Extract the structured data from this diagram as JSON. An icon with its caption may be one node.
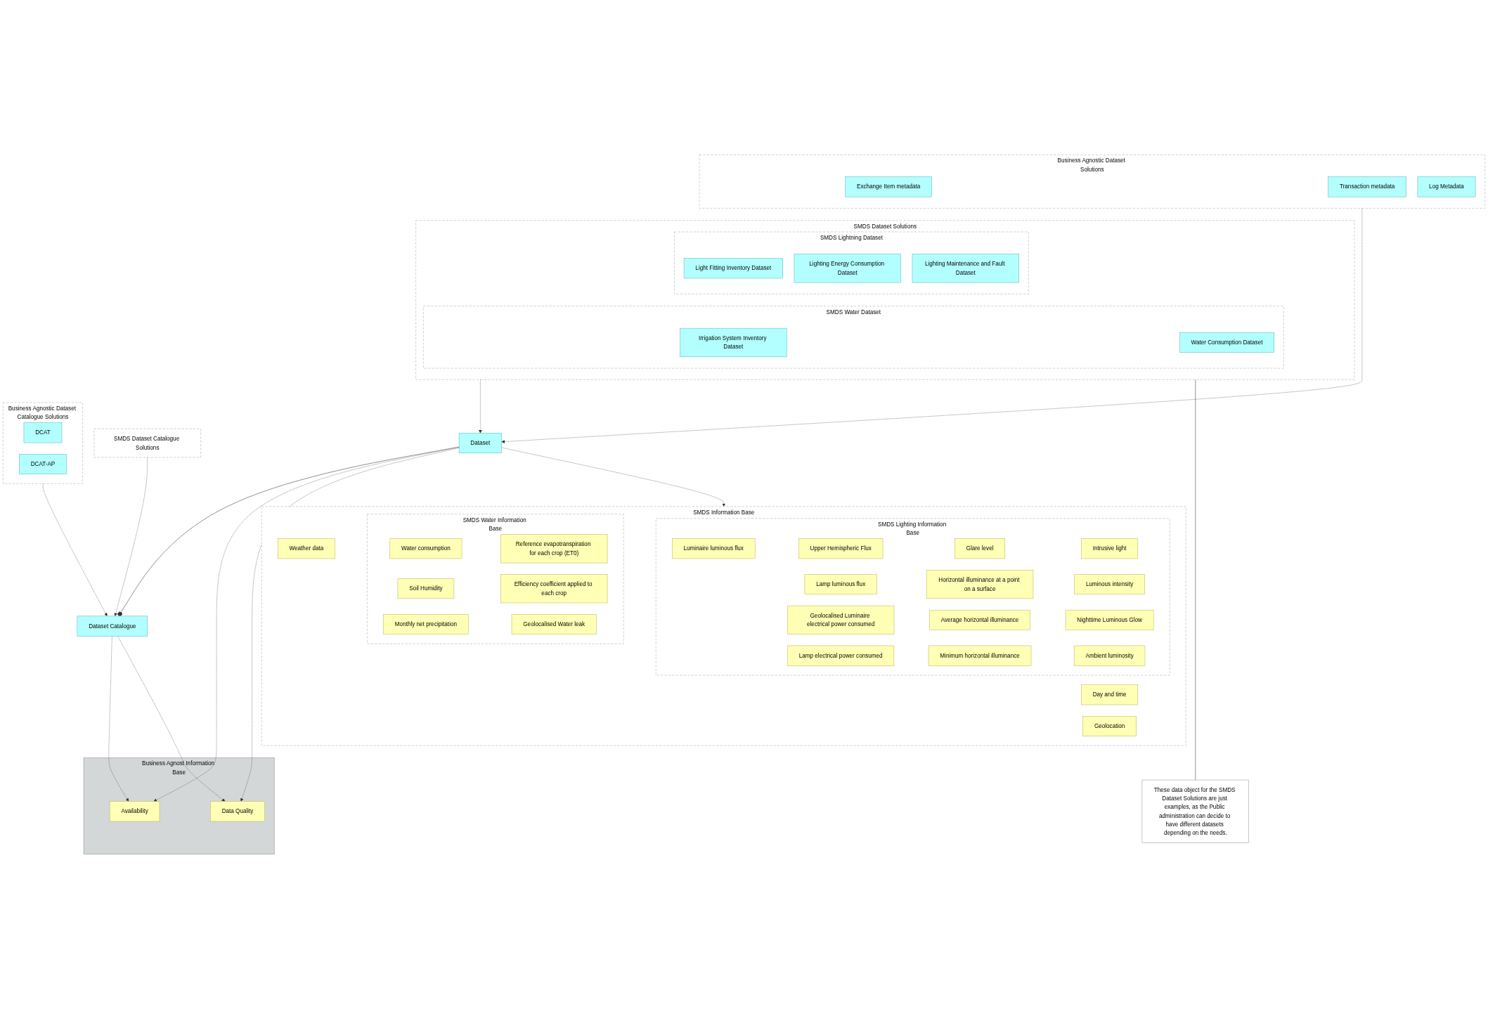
{
  "diagram": {
    "nodes": [
      {
        "text": [
          "SMDS Dataset Catalogue Solutions"
        ]
      },
      {
        "text": [
          "Business Agnostic Dataset Catalogue Solutions"
        ]
      },
      {
        "text": [
          "DCAT"
        ],
        "in": 1
      },
      {
        "text": [
          "DCAT-AP"
        ],
        "in": 1
      },
      {
        "text": [
          "Business Agnost Information Base"
        ]
      },
      {
        "text": [
          "Dataset Catalogue"
        ]
      },
      {
        "text": [
          "Availability"
        ],
        "in": 4
      },
      {
        "text": [
          "Data Quality"
        ],
        "in": 4
      },
      {
        "text": [
          "Business Agnostic Dataset Solutions"
        ]
      },
      {
        "text": [
          "Exchange Item metadata"
        ],
        "in": 8
      },
      {
        "text": [
          "Transaction metadata"
        ],
        "in": 8
      },
      {
        "text": [
          "Log Metadata"
        ],
        "in": 8
      },
      {
        "text": [
          "Dataset"
        ]
      },
      {
        "text": [
          "SMDS Information Base"
        ]
      },
      {
        "text": [
          "Weather data"
        ],
        "in": 13
      },
      {
        "text": [
          "Day and time"
        ],
        "in": 13
      },
      {
        "text": [
          "Geolocation"
        ],
        "in": 13
      },
      {
        "text": [
          "SMDS Water Information Base"
        ],
        "in": 13
      },
      {
        "text": [
          "Water consumption"
        ],
        "in": 17
      },
      {
        "text": [
          "Soil Humidity"
        ],
        "in": 17
      },
      {
        "text": [
          "Monthly net precipitation"
        ],
        "in": 17
      },
      {
        "text": [
          "Reference evapotranspiration for each crop (ET0)"
        ],
        "in": 17
      },
      {
        "text": [
          "Efficiency coefficient applied to each crop"
        ],
        "in": 17
      },
      {
        "text": [
          "Geolocalised Water leak"
        ],
        "in": 17
      },
      {
        "text": [
          "SMDS Lighting Information Base"
        ],
        "in": 13
      },
      {
        "text": [
          "Luminaire luminous flux"
        ],
        "in": 24
      },
      {
        "text": [
          "Lamp luminous flux"
        ],
        "in": 24
      },
      {
        "text": [
          "Geolocalised Luminaire electrical power consumed"
        ],
        "in": 24
      },
      {
        "text": [
          "Lamp electrical power consumed"
        ],
        "in": 24
      },
      {
        "text": [
          "Upper Hemispheric Flux"
        ],
        "in": 24
      },
      {
        "text": [
          "Horizontal illuminance at a point on a surface"
        ],
        "in": 24
      },
      {
        "text": [
          "Average horizontal illuminance"
        ],
        "in": 24
      },
      {
        "text": [
          "Minimum horizontal illuminance"
        ],
        "in": 24
      },
      {
        "text": [
          "Glare level"
        ],
        "in": 24
      },
      {
        "text": [
          "Luminous intensity"
        ],
        "in": 24
      },
      {
        "text": [
          "Nighttime Luminous Glow"
        ],
        "in": 24
      },
      {
        "text": [
          "Ambient luminosity"
        ],
        "in": 24
      },
      {
        "text": [
          "Intrusive light"
        ],
        "in": 24
      },
      {
        "text": [
          "SMDS Dataset Solutions"
        ]
      },
      {
        "text": [
          "SMDS Lightning Dataset"
        ],
        "in": 38
      },
      {
        "text": [
          "Light Fitting Inventory Dataset"
        ],
        "in": 39
      },
      {
        "text": [
          "Lighting Energy Consumption Dataset"
        ],
        "in": 39
      },
      {
        "text": [
          "Lighting Maintenance and Fault Dataset"
        ],
        "in": 39
      },
      {
        "text": [
          "SMDS Water Dataset"
        ],
        "in": 38
      },
      {
        "text": [
          "Irrigation System Inventory Dataset"
        ],
        "in": 43
      },
      {
        "text": [
          "Water Consumption Dataset"
        ],
        "in": 43
      },
      {
        "text": [
          "These data object for the SMDS Dataset Solutions are just examples, as the Public administration can decide to have different datasets depending on the needs."
        ]
      }
    ],
    "edges": [
      {
        "from": 0,
        "to": 5,
        "arrow": "to",
        "style": "dashed"
      },
      {
        "from": 1,
        "to": 5,
        "arrow": "to",
        "style": "dashed"
      },
      {
        "from": 5,
        "to": 6,
        "arrow": "to",
        "style": "dashed"
      },
      {
        "from": 5,
        "to": 7,
        "arrow": "to",
        "style": "dashed"
      },
      {
        "from": 12,
        "to": 5,
        "arrow": "other"
      },
      {
        "from": 8,
        "to": 12,
        "arrow": "to",
        "style": "dashed"
      },
      {
        "from": 12,
        "to": 6,
        "arrow": "to",
        "style": "dashed"
      },
      {
        "from": 12,
        "to": 7,
        "arrow": "to",
        "style": "dashed"
      },
      {
        "from": 12,
        "to": 13,
        "arrow": "to",
        "style": "dashed"
      },
      {
        "from": 38,
        "to": 12,
        "arrow": "to",
        "style": "dashed"
      },
      {
        "from": 38,
        "to": 46,
        "arrow": "none"
      }
    ]
  }
}
